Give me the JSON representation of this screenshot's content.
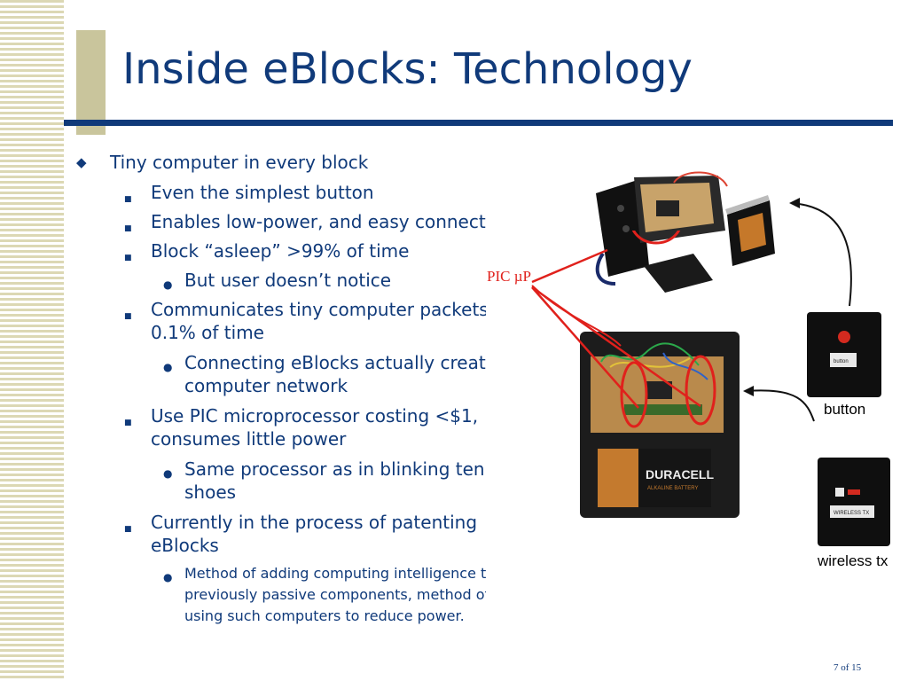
{
  "slide": {
    "title": "Inside eBlocks: Technology",
    "page": "7 of 15"
  },
  "bullets": [
    {
      "level": 1,
      "text": "Tiny computer in every block"
    },
    {
      "level": 2,
      "text": "Even the simplest button"
    },
    {
      "level": 2,
      "text": "Enables low-power, and easy connection"
    },
    {
      "level": 2,
      "text": "Block “asleep” >99% of time"
    },
    {
      "level": 3,
      "text": "But user doesn’t notice"
    },
    {
      "level": 2,
      "lines": [
        "Communicates tiny computer packets",
        "0.1% of time"
      ]
    },
    {
      "level": 3,
      "lines": [
        "Connecting eBlocks actually creates",
        "computer network"
      ]
    },
    {
      "level": 2,
      "lines": [
        "Use PIC microprocessor costing <$1,",
        "consumes little power"
      ]
    },
    {
      "level": 3,
      "lines": [
        "Same processor as in blinking tennis",
        "shoes"
      ]
    },
    {
      "level": 2,
      "lines": [
        "Currently in the process of patenting",
        "eBlocks"
      ]
    },
    {
      "level": 3,
      "lines": [
        "Method of adding computing intelligence to",
        "previously passive components, method of",
        "using such computers to reduce power."
      ]
    }
  ],
  "figure": {
    "pic_label": "PIC µP",
    "button_caption": "button",
    "wireless_caption": "wireless tx",
    "battery_brand": "DURACELL",
    "battery_sub": "ALKALINE BATTERY",
    "button_tag": "button",
    "wireless_tag": "WIRELESS TX",
    "colors": {
      "wire_red": "#e0211c",
      "accent": "#103a7a"
    }
  }
}
